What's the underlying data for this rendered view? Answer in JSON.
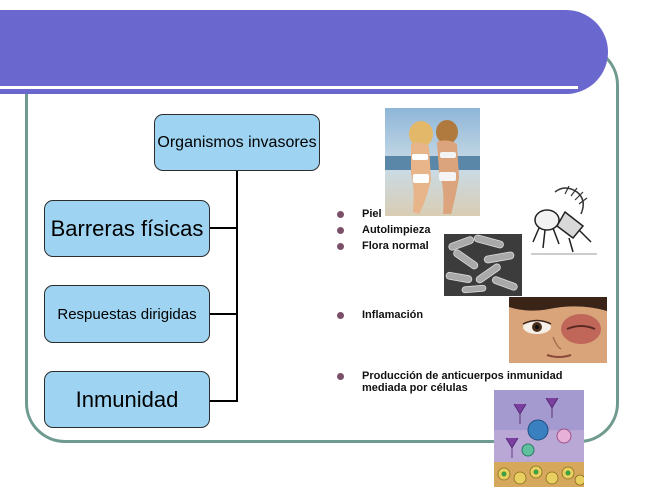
{
  "diagram": {
    "root": "Organismos invasores",
    "branches": [
      "Barreras físicas",
      "Respuestas dirigidas",
      "Inmunidad"
    ]
  },
  "bullets": {
    "group1": [
      "Piel",
      "Autolimpieza",
      "Flora normal"
    ],
    "group2": [
      "Inflamación"
    ],
    "group3": [
      "Producción de anticuerpos inmunidad",
      "mediada por células"
    ]
  },
  "colors": {
    "header": "#6a67cf",
    "frame": "#6f9a8f",
    "box_fill": "#9ed4f2",
    "bullet": "#7a4f67"
  },
  "images": [
    "beach-photo",
    "cartoon-sketch",
    "bacteria-micrograph",
    "swollen-eye-photo",
    "cell-illustration"
  ]
}
